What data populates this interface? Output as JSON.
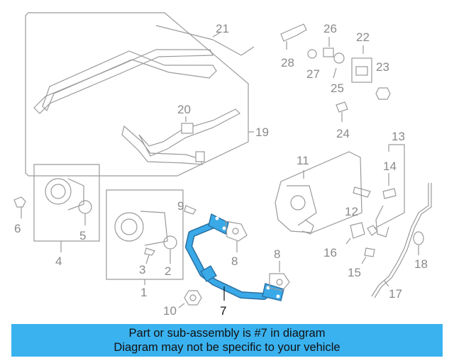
{
  "colors": {
    "highlight": "#3aa9e8",
    "banner": "#3ab2f0",
    "line": "#9a9a9a"
  },
  "callouts": {
    "c1": "1",
    "c2": "2",
    "c3": "3",
    "c4": "4",
    "c5": "5",
    "c6": "6",
    "c7": "7",
    "c8a": "8",
    "c8b": "8",
    "c9": "9",
    "c10": "10",
    "c11": "11",
    "c12": "12",
    "c13": "13",
    "c14": "14",
    "c15": "15",
    "c16": "16",
    "c17": "17",
    "c18": "18",
    "c19": "19",
    "c20": "20",
    "c21": "21",
    "c22": "22",
    "c23": "23",
    "c24": "24",
    "c25": "25",
    "c26": "26",
    "c27": "27",
    "c28": "28"
  },
  "highlighted_part": "7",
  "banner": {
    "line1": "Part or sub-assembly is #7 in diagram",
    "line2": "Diagram may not be specific to your vehicle"
  }
}
